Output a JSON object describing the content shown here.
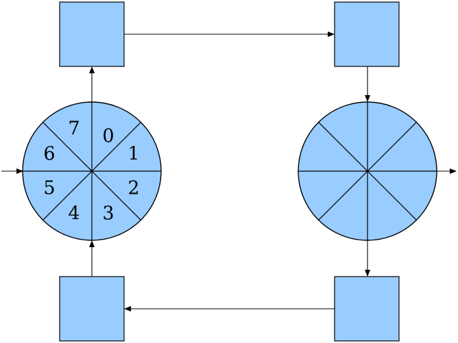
{
  "colors": {
    "fill": "#99ccff",
    "stroke": "#000000",
    "background": "#ffffff"
  },
  "left_wheel": {
    "sector_labels": [
      "0",
      "1",
      "2",
      "3",
      "4",
      "5",
      "6",
      "7"
    ]
  },
  "right_wheel": {
    "sector_labels": []
  }
}
